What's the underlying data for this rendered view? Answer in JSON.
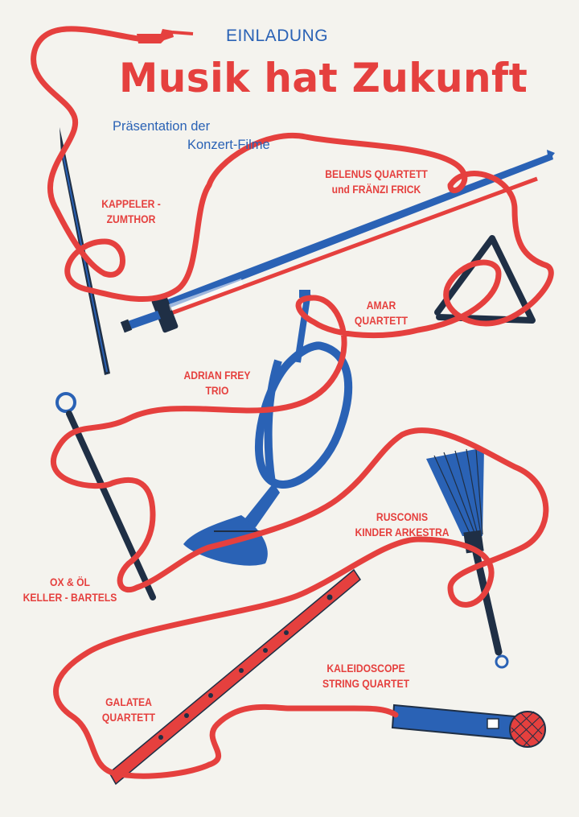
{
  "header": {
    "kicker": "EINLADUNG",
    "title": "Musik hat Zukunft",
    "subtitle_line1": "Präsentation der",
    "subtitle_line2": "Konzert-Filme"
  },
  "ensembles": [
    {
      "line1": "KAPPELER -",
      "line2": "ZUMTHOR"
    },
    {
      "line1": "BELENUS QUARTETT",
      "line2": "und FRÄNZI FRICK"
    },
    {
      "line1": "AMAR",
      "line2": "QUARTETT"
    },
    {
      "line1": "ADRIAN FREY",
      "line2": "TRIO"
    },
    {
      "line1": "RUSCONIS",
      "line2": "KINDER ARKESTRA"
    },
    {
      "line1": "OX & ÖL",
      "line2": "KELLER - BARTELS"
    },
    {
      "line1": "KALEIDOSCOPE",
      "line2": "STRING QUARTET"
    },
    {
      "line1": "GALATEA",
      "line2": "QUARTETT"
    }
  ],
  "colors": {
    "red": "#e5403e",
    "blue": "#2a62b5",
    "navy": "#1f2f45",
    "paper": "#f4f3ee"
  },
  "illustrations": [
    "audio-cable",
    "drumstick",
    "violin-bow",
    "triangle",
    "bugle",
    "mallet",
    "brush-stick",
    "flute",
    "microphone"
  ]
}
